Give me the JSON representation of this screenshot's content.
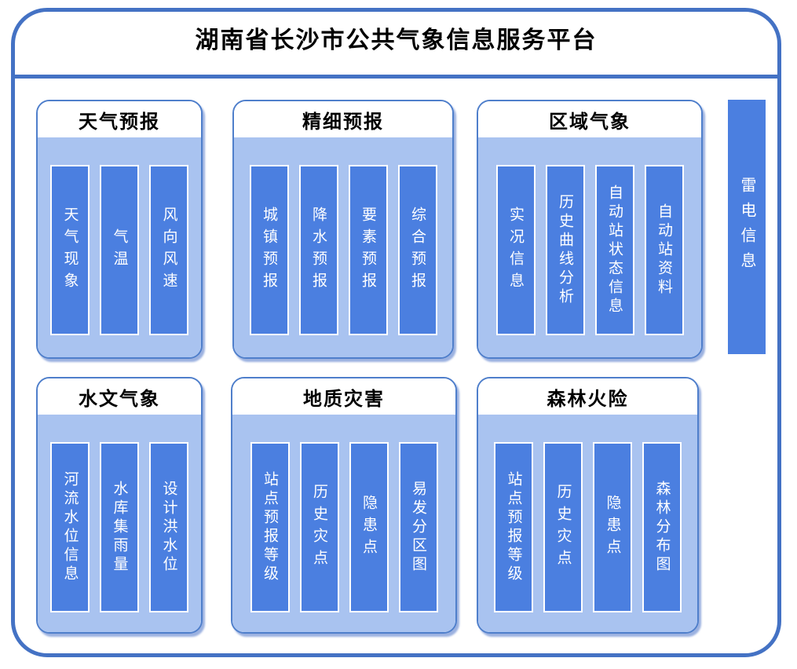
{
  "page": {
    "title": "湖南省长沙市公共气象信息服务平台"
  },
  "colors": {
    "frame": "#4472C4",
    "panel_body": "#A9C3F0",
    "bar": "#4B7FE0",
    "bar_text": "#FFFFFF",
    "title_text": "#000000"
  },
  "panels": [
    {
      "title": "天气预报",
      "items": [
        "天气现象",
        "气温",
        "风向风速"
      ]
    },
    {
      "title": "精细预报",
      "items": [
        "城镇预报",
        "降水预报",
        "要素预报",
        "综合预报"
      ]
    },
    {
      "title": "区域气象",
      "items": [
        "实况信息",
        "历史曲线分析",
        "自动站状态信息",
        "自动站资料"
      ]
    },
    {
      "title": "水文气象",
      "items": [
        "河流水位信息",
        "水库集雨量",
        "设计洪水位"
      ]
    },
    {
      "title": "地质灾害",
      "items": [
        "站点预报等级",
        "历史灾点",
        "隐患点",
        "易发分区图"
      ]
    },
    {
      "title": "森林火险",
      "items": [
        "站点预报等级",
        "历史灾点",
        "隐患点",
        "森林分布图"
      ]
    }
  ],
  "side_bar": {
    "label": "雷电信息"
  }
}
